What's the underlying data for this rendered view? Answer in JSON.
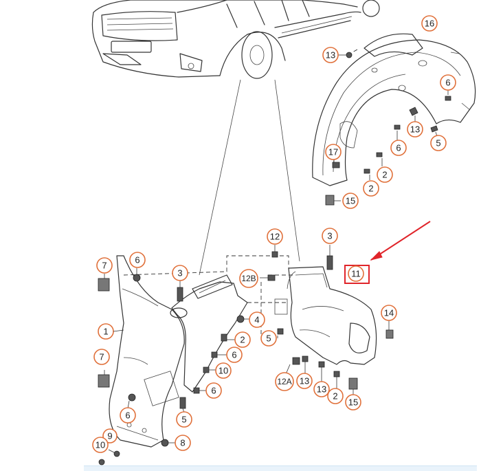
{
  "callouts": {
    "c16": "16",
    "c13a": "13",
    "c6a": "6",
    "c13b": "13",
    "c6b": "6",
    "c5a": "5",
    "c17": "17",
    "c2a": "2",
    "c2b": "2",
    "c15a": "15",
    "c12": "12",
    "c3a": "3",
    "c11": "11",
    "c12b": "12B",
    "c7a": "7",
    "c6c": "6",
    "c3b": "3",
    "c4": "4",
    "c1": "1",
    "c2c": "2",
    "c5b": "5",
    "c14": "14",
    "c6d": "6",
    "c10a": "10",
    "c7b": "7",
    "c6e": "6",
    "c12a": "12A",
    "c13c": "13",
    "c13d": "13",
    "c2d": "2",
    "c15b": "15",
    "c6f": "6",
    "c5c": "5",
    "c9": "9",
    "c8": "8",
    "c10b": "10"
  },
  "highlight": {
    "color": "#e0242a",
    "target": "11"
  },
  "colors": {
    "callout_ring": "#e0703a",
    "line": "#333333"
  }
}
